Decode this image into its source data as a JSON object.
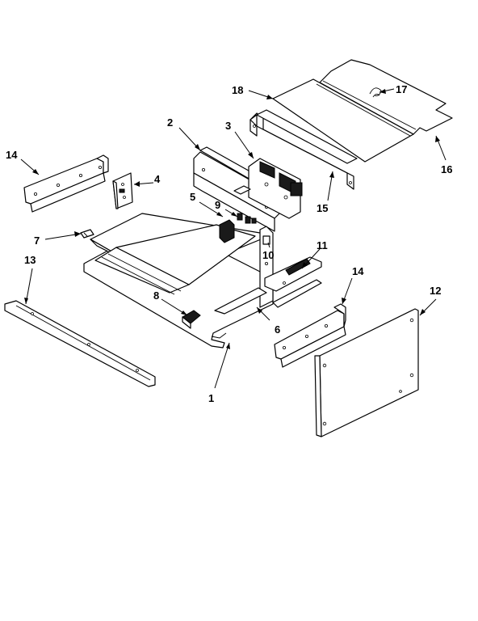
{
  "callouts": {
    "p1": "1",
    "p2": "2",
    "p3": "3",
    "p4": "4",
    "p5": "5",
    "p6": "6",
    "p7": "7",
    "p8": "8",
    "p9": "9",
    "p10": "10",
    "p11": "11",
    "p12": "12",
    "p13": "13",
    "p14_left": "14",
    "p14_right": "14",
    "p15": "15",
    "p16": "16",
    "p17": "17",
    "p18": "18"
  }
}
